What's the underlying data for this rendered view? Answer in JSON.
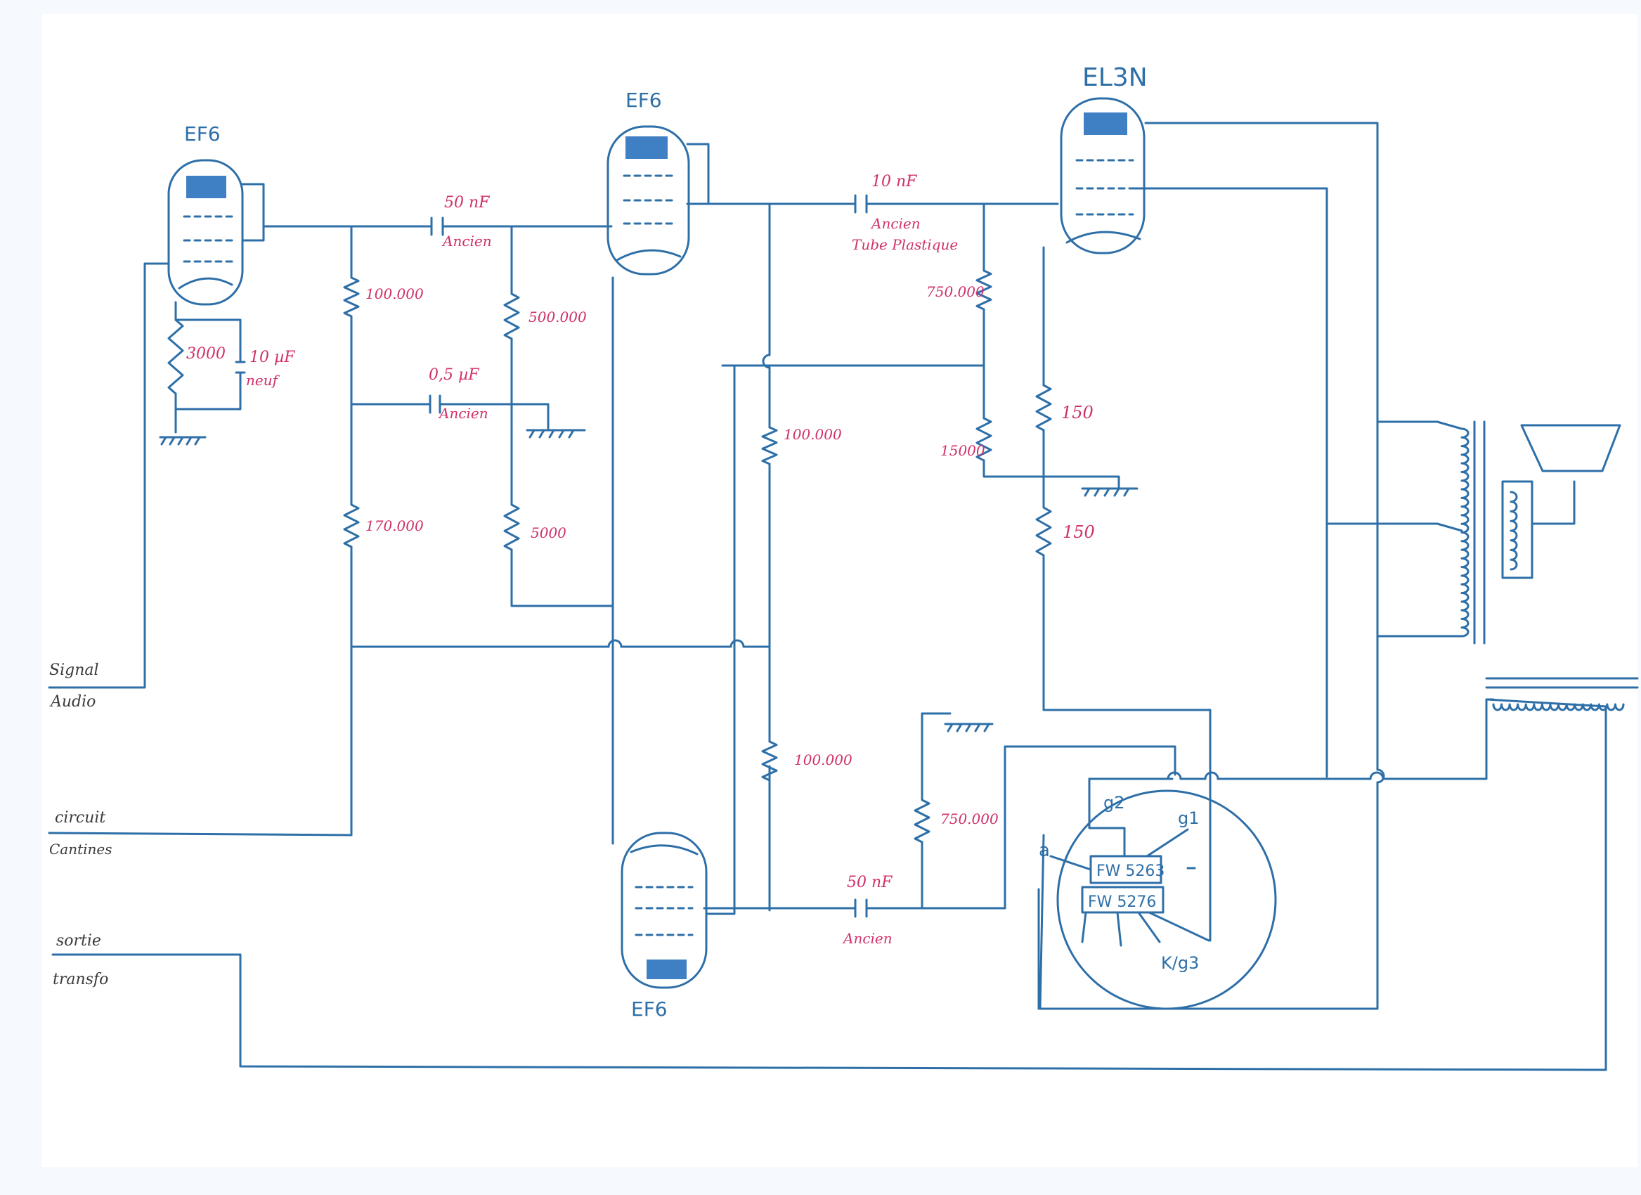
{
  "colors": {
    "ink": "#2e6fa8",
    "value_ink": "#d0306a",
    "paper": "#f6f9fd",
    "tube_fill": "#3f7fc4"
  },
  "tubes": {
    "v1": "EF6",
    "v2": "EF6",
    "v3": "EL3N",
    "v4": "EF6"
  },
  "components": {
    "c_v1_cathode": "10 µF",
    "c_v1_cathode_note": "neuf",
    "r_v1_cathode": "3000",
    "c_coupling_1": "50 nF",
    "c_coupling_1_note": "Ancien",
    "r_plate_1": "100.000",
    "r_grid_2": "500.000",
    "c_screen": "0,5 µF",
    "c_screen_note": "Ancien",
    "r_screen": "170.000",
    "r_cathode_2": "5000",
    "c_coupling_2": "10 nF",
    "c_coupling_2_note_1": "Ancien",
    "c_coupling_2_note_2": "Tube Plastique",
    "r_grid_3": "750.000",
    "r_divider": "15000",
    "r_cathode_3a": "150",
    "r_cathode_3b": "150",
    "r_plate_4a": "100.000",
    "r_plate_4b": "100.000",
    "r_grid_4": "750.000",
    "c_coupling_4": "50 nF",
    "c_coupling_4_note": "Ancien"
  },
  "rectifier": {
    "part_1": "FW 5263",
    "part_2": "FW 5276",
    "pin_a": "a",
    "pin_g2": "g2",
    "pin_g1": "g1",
    "pin_kg3": "K/g3"
  },
  "terminals": {
    "signal_1": "Signal",
    "signal_2": "Audio",
    "circuit_1": "circuit",
    "circuit_2": "Cantines",
    "sortie_1": "sortie",
    "sortie_2": "transfo"
  }
}
